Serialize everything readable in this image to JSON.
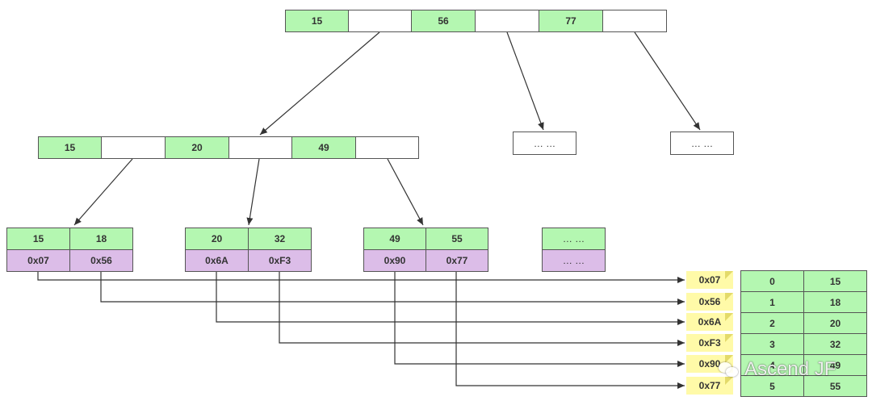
{
  "root_node": {
    "keys": [
      "15",
      "56",
      "77"
    ]
  },
  "internal_node": {
    "keys": [
      "15",
      "20",
      "49"
    ]
  },
  "placeholder_nodes": [
    "… …",
    "… …"
  ],
  "leaf_nodes": [
    {
      "keys": [
        "15",
        "18"
      ],
      "addrs": [
        "0x07",
        "0x56"
      ]
    },
    {
      "keys": [
        "20",
        "32"
      ],
      "addrs": [
        "0x6A",
        "0xF3"
      ]
    },
    {
      "keys": [
        "49",
        "55"
      ],
      "addrs": [
        "0x90",
        "0x77"
      ]
    },
    {
      "keys": [
        "… …"
      ],
      "addrs": [
        "… …"
      ]
    }
  ],
  "address_labels": [
    "0x07",
    "0x56",
    "0x6A",
    "0xF3",
    "0x90",
    "0x77"
  ],
  "data_table": [
    {
      "id": "0",
      "value": "15"
    },
    {
      "id": "1",
      "value": "18"
    },
    {
      "id": "2",
      "value": "20"
    },
    {
      "id": "3",
      "value": "32"
    },
    {
      "id": "4",
      "value": "49"
    },
    {
      "id": "5",
      "value": "55"
    }
  ],
  "watermark": {
    "text": "Ascend JF",
    "icon": "wechat-icon"
  },
  "colors": {
    "key": "#b4f7b1",
    "pointer": "#ffffff",
    "address": "#dcbde8",
    "note": "#fffaa8",
    "line": "#333333"
  }
}
